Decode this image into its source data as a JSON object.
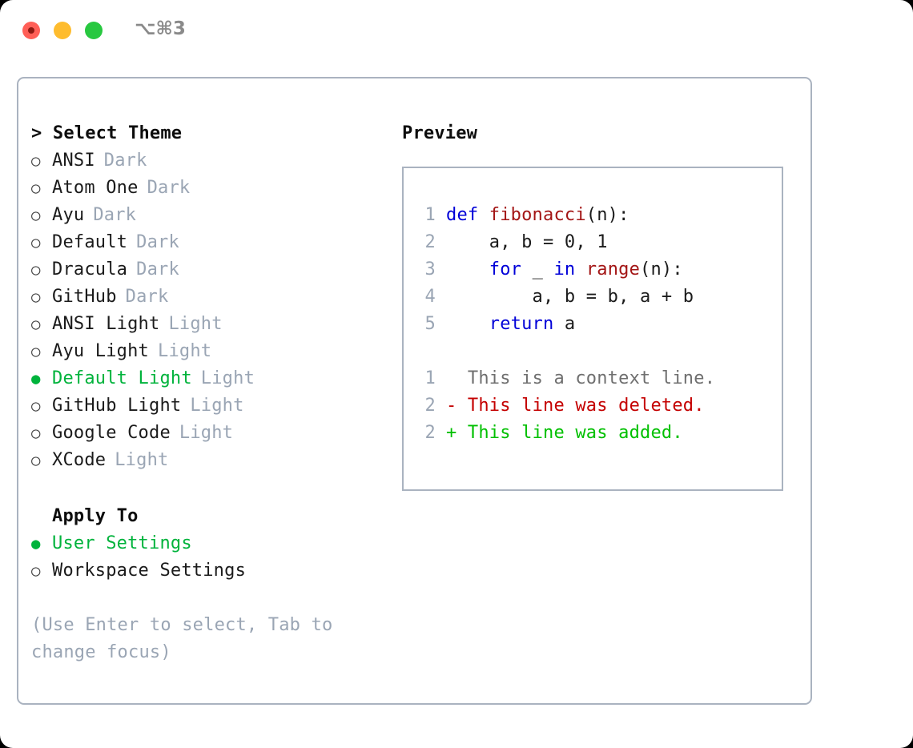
{
  "window": {
    "title_shortcut": "⌥⌘3",
    "traffic_lights": [
      "close",
      "minimize",
      "zoom"
    ],
    "colors": {
      "close": "#ff5f57",
      "minimize": "#febc2e",
      "zoom": "#28c840",
      "panel_border": "#aab3c0",
      "selected_green": "#00b33c",
      "muted": "#9aa5b4",
      "keyword_blue": "#0000d8",
      "function_red": "#a31515",
      "diff_delete": "#c40000",
      "diff_add": "#00c000"
    }
  },
  "theme_select": {
    "heading": "> Select Theme",
    "items": [
      {
        "bullet": "○",
        "label": "ANSI",
        "badge": "Dark",
        "selected": false
      },
      {
        "bullet": "○",
        "label": "Atom One",
        "badge": "Dark",
        "selected": false
      },
      {
        "bullet": "○",
        "label": "Ayu",
        "badge": "Dark",
        "selected": false
      },
      {
        "bullet": "○",
        "label": "Default",
        "badge": "Dark",
        "selected": false
      },
      {
        "bullet": "○",
        "label": "Dracula",
        "badge": "Dark",
        "selected": false
      },
      {
        "bullet": "○",
        "label": "GitHub",
        "badge": "Dark",
        "selected": false
      },
      {
        "bullet": "○",
        "label": "ANSI Light",
        "badge": "Light",
        "selected": false
      },
      {
        "bullet": "○",
        "label": "Ayu Light",
        "badge": "Light",
        "selected": false
      },
      {
        "bullet": "●",
        "label": "Default Light",
        "badge": "Light",
        "selected": true
      },
      {
        "bullet": "○",
        "label": "GitHub Light",
        "badge": "Light",
        "selected": false
      },
      {
        "bullet": "○",
        "label": "Google Code",
        "badge": "Light",
        "selected": false
      },
      {
        "bullet": "○",
        "label": "XCode",
        "badge": "Light",
        "selected": false
      }
    ]
  },
  "apply_to": {
    "heading": "Apply To",
    "items": [
      {
        "bullet": "●",
        "label": "User Settings",
        "selected": true
      },
      {
        "bullet": "○",
        "label": "Workspace Settings",
        "selected": false
      }
    ]
  },
  "hint": "(Use Enter to select, Tab to change focus)",
  "preview": {
    "title": "Preview",
    "code_lines": [
      {
        "num": "1",
        "tokens": [
          {
            "t": "def ",
            "c": "kw"
          },
          {
            "t": "fibonacci",
            "c": "fn"
          },
          {
            "t": "(n):",
            "c": "src"
          }
        ]
      },
      {
        "num": "2",
        "tokens": [
          {
            "t": "    a, b = 0, 1",
            "c": "src"
          }
        ]
      },
      {
        "num": "3",
        "tokens": [
          {
            "t": "    ",
            "c": "src"
          },
          {
            "t": "for",
            "c": "kw"
          },
          {
            "t": " _ ",
            "c": "src"
          },
          {
            "t": "in",
            "c": "kw"
          },
          {
            "t": " ",
            "c": "src"
          },
          {
            "t": "range",
            "c": "fn"
          },
          {
            "t": "(n):",
            "c": "src"
          }
        ]
      },
      {
        "num": "4",
        "tokens": [
          {
            "t": "        a, b = b, a + b",
            "c": "src"
          }
        ]
      },
      {
        "num": "5",
        "tokens": [
          {
            "t": "    ",
            "c": "src"
          },
          {
            "t": "return",
            "c": "kw"
          },
          {
            "t": " a",
            "c": "src"
          }
        ]
      }
    ],
    "diff_lines": [
      {
        "num": "1",
        "marker": " ",
        "text": " This is a context line.",
        "kind": "diff-ctx"
      },
      {
        "num": "2",
        "marker": "-",
        "text": " This line was deleted.",
        "kind": "diff-del"
      },
      {
        "num": "2",
        "marker": "+",
        "text": " This line was added.",
        "kind": "diff-add"
      }
    ]
  }
}
